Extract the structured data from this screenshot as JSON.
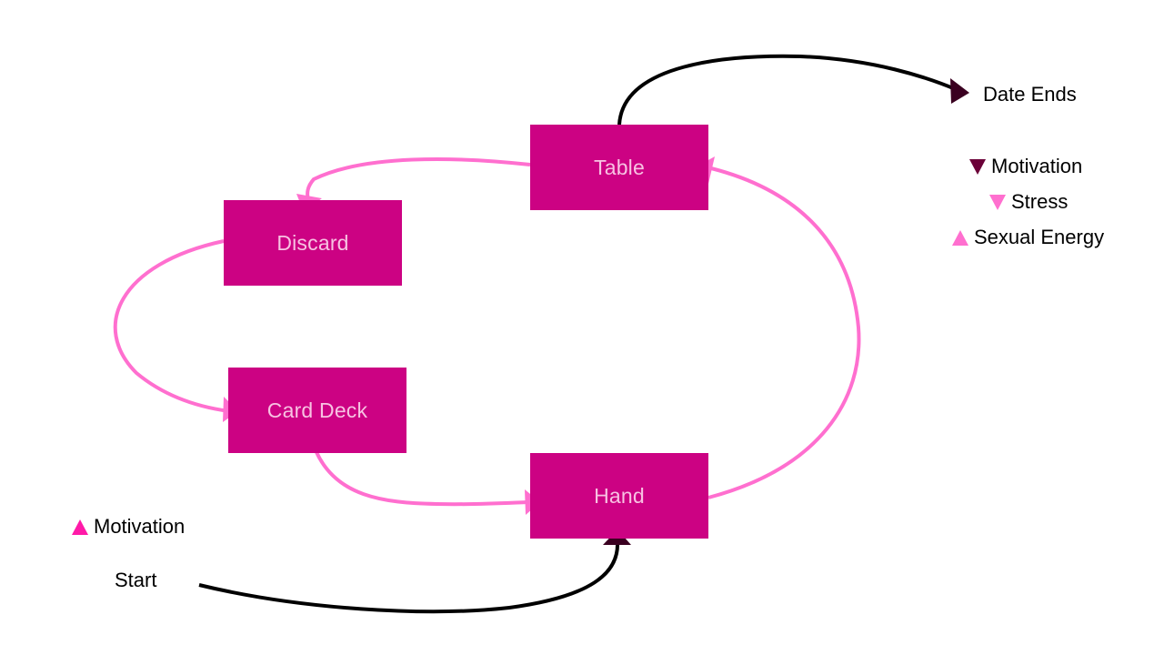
{
  "colors": {
    "node_fill": "#cc0283",
    "node_text": "#f7c2e2",
    "pink_arrow": "#ff6fcf",
    "dark_arrow": "#3a0020",
    "legend_dark": "#6b0038",
    "legend_pink": "#ff6fcf",
    "legend_hot": "#ff1aa8"
  },
  "nodes": {
    "table": "Table",
    "discard": "Discard",
    "card_deck": "Card Deck",
    "hand": "Hand"
  },
  "labels": {
    "date_ends": "Date Ends",
    "start": "Start"
  },
  "legend_top": [
    {
      "icon": "triangle-down-icon",
      "text": "Motivation",
      "color": "#6b0038"
    },
    {
      "icon": "triangle-down-icon",
      "text": "Stress",
      "color": "#ff6fcf"
    },
    {
      "icon": "triangle-up-icon",
      "text": "Sexual Energy",
      "color": "#ff6fcf"
    }
  ],
  "legend_bottom": [
    {
      "icon": "triangle-up-icon",
      "text": "Motivation",
      "color": "#ff1aa8"
    }
  ]
}
